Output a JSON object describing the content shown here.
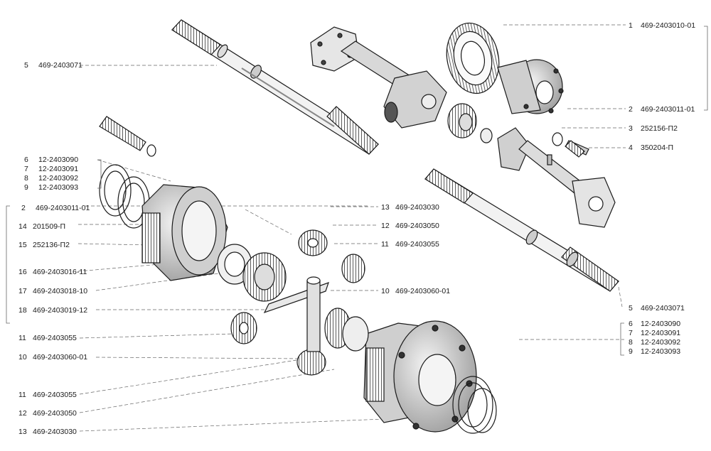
{
  "colors": {
    "ink": "#1a1a1a",
    "paper": "#ffffff",
    "shade": "#6b6b6b"
  },
  "callouts": {
    "right": [
      {
        "num": "1",
        "code": "469-2403010-01"
      },
      {
        "num": "2",
        "code": "469-2403011-01"
      },
      {
        "num": "3",
        "code": "252156-П2"
      },
      {
        "num": "4",
        "code": "350204-П"
      },
      {
        "num": "5",
        "code": "469-2403071"
      }
    ],
    "right_group": [
      {
        "num": "6",
        "code": "12-2403090"
      },
      {
        "num": "7",
        "code": "12-2403091"
      },
      {
        "num": "8",
        "code": "12-2403092"
      },
      {
        "num": "9",
        "code": "12-2403093"
      }
    ],
    "mid": [
      {
        "num": "13",
        "code": "469-2403030"
      },
      {
        "num": "12",
        "code": "469-2403050"
      },
      {
        "num": "11",
        "code": "469-2403055"
      },
      {
        "num": "10",
        "code": "469-2403060-01"
      }
    ],
    "left_top": {
      "num": "5",
      "code": "469-2403071"
    },
    "left_group": [
      {
        "num": "6",
        "code": "12-2403090"
      },
      {
        "num": "7",
        "code": "12-2403091"
      },
      {
        "num": "8",
        "code": "12-2403092"
      },
      {
        "num": "9",
        "code": "12-2403093"
      }
    ],
    "left": [
      {
        "num": "2",
        "code": "469-2403011-01"
      },
      {
        "num": "14",
        "code": "201509-П"
      },
      {
        "num": "15",
        "code": "252136-П2"
      },
      {
        "num": "16",
        "code": "469-2403016-11"
      },
      {
        "num": "17",
        "code": "469-2403018-10"
      },
      {
        "num": "18",
        "code": "469-2403019-12"
      },
      {
        "num": "11",
        "code": "469-2403055"
      },
      {
        "num": "10",
        "code": "469-2403060-01"
      },
      {
        "num": "11",
        "code": "469-2403055"
      },
      {
        "num": "12",
        "code": "469-2403050"
      },
      {
        "num": "13",
        "code": "469-2403030"
      }
    ]
  }
}
